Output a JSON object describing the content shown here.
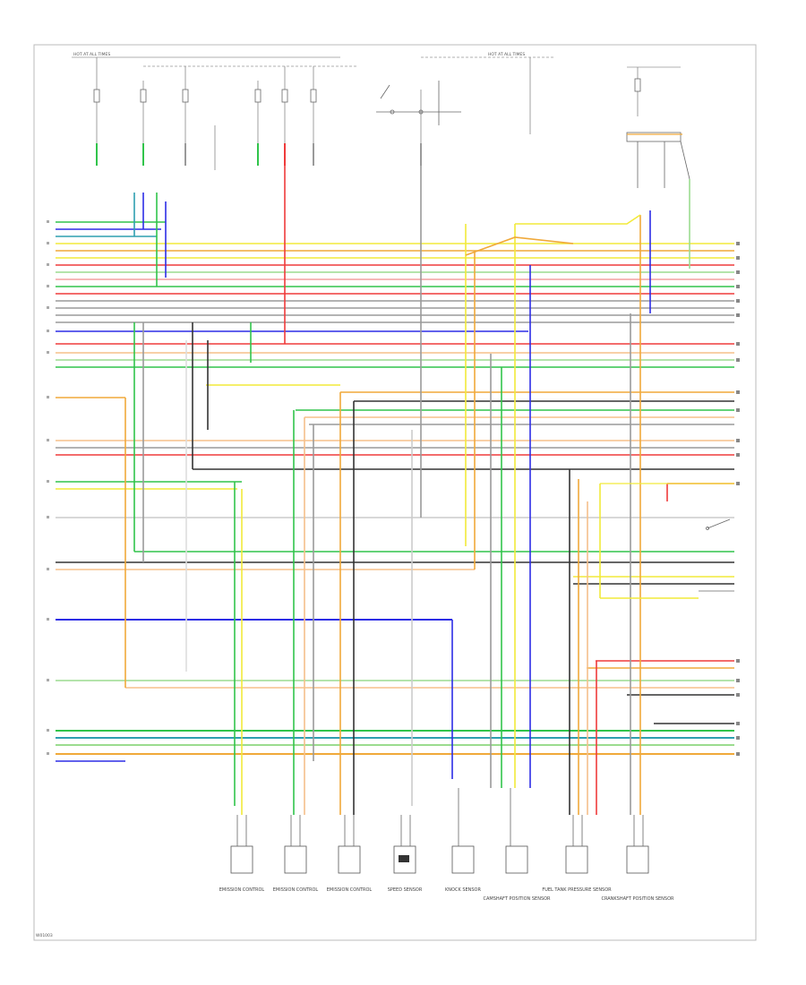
{
  "diagram": {
    "footer_code": "W01003",
    "top_labels": [
      "HOT AT ALL TIMES",
      "HOT AT ALL TIMES"
    ],
    "wire_colors": {
      "green": "#31c44b",
      "yellow": "#f2ea3a",
      "red": "#ef3b3b",
      "blue": "#2d2de6",
      "orange": "#f0a93a",
      "gray": "#9a9a9a",
      "dark": "#333333",
      "teal": "#2f9fb0",
      "peach": "#f5c08a",
      "pink": "#f3a0a0",
      "lightgreen": "#9bdc8f"
    },
    "components": [
      {
        "id": "c1",
        "label": "EMISSION CONTROL"
      },
      {
        "id": "c2",
        "label": "EMISSION CONTROL"
      },
      {
        "id": "c3",
        "label": "EMISSION CONTROL"
      },
      {
        "id": "c4",
        "label": "SPEED SENSOR"
      },
      {
        "id": "c5",
        "label": "KNOCK SENSOR"
      },
      {
        "id": "c6",
        "label": "CAMSHAFT POSITION SENSOR"
      },
      {
        "id": "c7",
        "label": "FUEL TANK PRESSURE SENSOR"
      },
      {
        "id": "c8",
        "label": "CRANKSHAFT POSITION SENSOR"
      }
    ]
  }
}
